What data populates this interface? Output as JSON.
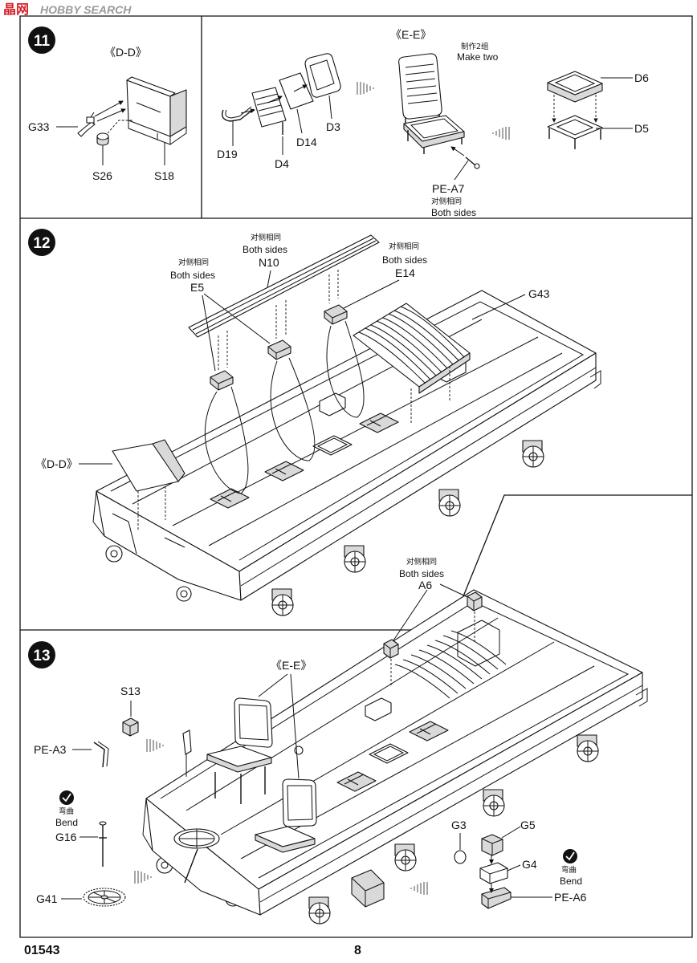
{
  "logo": {
    "mark": "晶网",
    "brand": "HOBBY SEARCH"
  },
  "step11": {
    "number": "11",
    "dd_view": "《D-D》",
    "g33": "G33",
    "s26": "S26",
    "s18": "S18",
    "ee_view": "《E-E》",
    "make_two_cn": "制作2组",
    "make_two_en": "Make two",
    "d6": "D6",
    "d5": "D5",
    "d3": "D3",
    "d14": "D14",
    "d19": "D19",
    "d4": "D4",
    "pe_a7": "PE-A7",
    "both_sides_cn": "对侧相同",
    "both_sides_en": "Both sides"
  },
  "step12": {
    "number": "12",
    "e5": {
      "cn": "对侧相同",
      "en": "Both sides",
      "part": "E5"
    },
    "n10": {
      "cn": "对侧相同",
      "en": "Both sides",
      "part": "N10"
    },
    "e14": {
      "cn": "对侧相同",
      "en": "Both sides",
      "part": "E14"
    },
    "g43": "G43",
    "dd_view": "《D-D》"
  },
  "step13": {
    "number": "13",
    "a6": {
      "cn": "对侧相同",
      "en": "Both sides",
      "part": "A6"
    },
    "ee_view": "《E-E》",
    "s13": "S13",
    "pe_a3": "PE-A3",
    "bend_left": {
      "cn": "弯曲",
      "en": "Bend"
    },
    "g16": "G16",
    "g41": "G41",
    "g3": "G3",
    "g5": "G5",
    "g4": "G4",
    "bend_right": {
      "cn": "弯曲",
      "en": "Bend"
    },
    "pe_a6": "PE-A6"
  },
  "footer": {
    "kit_number": "01543",
    "page_number": "8"
  }
}
